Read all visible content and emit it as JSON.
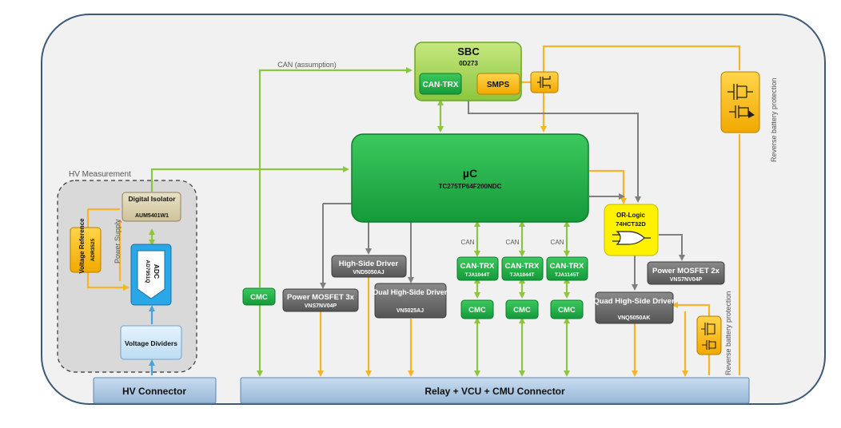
{
  "colors": {
    "green_wire": "#8cc63f",
    "orange_wire": "#f6b526",
    "gray_wire": "#7f7f7f",
    "blue_wire": "#4aa3d8",
    "green_block": "#23a84a",
    "gray_block": "#6d6d6d",
    "yellow_block": "#fff200",
    "connector": "#a9c7e4"
  },
  "labels": {
    "can_assumption": "CAN (assumption)",
    "can": "CAN",
    "hv_measurement": "HV Measurement",
    "power_supply": "Power Supply",
    "reverse_battery_protection": "Reverse battery protection"
  },
  "blocks": {
    "sbc": {
      "title": "SBC",
      "part": "0D273"
    },
    "sbc_can_trx": "CAN-TRX",
    "smps": "SMPS",
    "uc": {
      "title": "µC",
      "part": "TC275TP64F200NDC"
    },
    "digital_isolator": {
      "title": "Digital Isolator",
      "part": "AUM5401W1"
    },
    "voltage_reference": {
      "title": "Voltage Reference",
      "part": "ADR3525"
    },
    "adc": {
      "title": "ADC",
      "part": "AD7951Q"
    },
    "voltage_dividers": "Voltage Dividers",
    "hs_driver": {
      "title": "High-Side Driver",
      "part": "VND5050AJ"
    },
    "pmos3": {
      "title": "Power MOSFET 3x",
      "part": "VNS7NV04P"
    },
    "dual_hs": {
      "title": "Dual High-Side Driver",
      "part": "VN5025AJ"
    },
    "can_trx1": {
      "title": "CAN-TRX",
      "part": "TJA1044T"
    },
    "can_trx2": {
      "title": "CAN-TRX",
      "part": "TJA1044T"
    },
    "can_trx3": {
      "title": "CAN-TRX",
      "part": "TJA1145T"
    },
    "or_logic": {
      "title": "OR-Logic",
      "part": "74HCT32D"
    },
    "pmos2": {
      "title": "Power MOSFET 2x",
      "part": "VNS7NV04P"
    },
    "quad_hs": {
      "title": "Quad High-Side Driver",
      "part": "VNQ5050AK"
    },
    "cmc": "CMC"
  },
  "connectors": {
    "hv": "HV Connector",
    "relay": "Relay + VCU + CMU Connector"
  }
}
